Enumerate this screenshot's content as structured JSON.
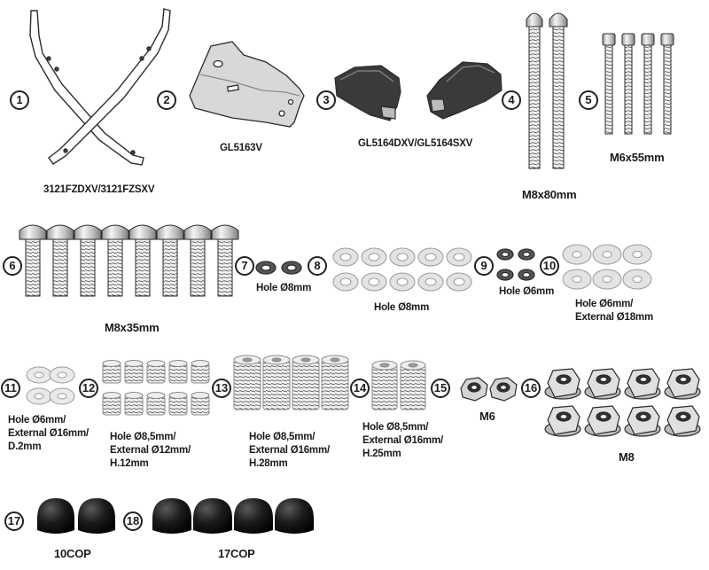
{
  "items": [
    {
      "n": "1",
      "label": "3121FZDXV/3121FZSXV"
    },
    {
      "n": "2",
      "label": "GL5163V"
    },
    {
      "n": "3",
      "label": "GL5164DXV/GL5164SXV"
    },
    {
      "n": "4",
      "label": "M8x80mm"
    },
    {
      "n": "5",
      "label": "M6x55mm"
    },
    {
      "n": "6",
      "label": "M8x35mm"
    },
    {
      "n": "7",
      "label": "Hole Ø8mm"
    },
    {
      "n": "8",
      "label": "Hole Ø8mm"
    },
    {
      "n": "9",
      "label": "Hole Ø6mm"
    },
    {
      "n": "10",
      "label1": "Hole Ø6mm/",
      "label2": "External Ø18mm"
    },
    {
      "n": "11",
      "label1": "Hole Ø6mm/",
      "label2": "External Ø16mm/",
      "label3": "D.2mm"
    },
    {
      "n": "12",
      "label1": "Hole Ø8,5mm/",
      "label2": "External Ø12mm/",
      "label3": "H.12mm"
    },
    {
      "n": "13",
      "label1": "Hole Ø8,5mm/",
      "label2": "External Ø16mm/",
      "label3": "H.28mm"
    },
    {
      "n": "14",
      "label1": "Hole Ø8,5mm/",
      "label2": "External Ø16mm/",
      "label3": "H.25mm"
    },
    {
      "n": "15",
      "label": "M6"
    },
    {
      "n": "16",
      "label": "M8"
    },
    {
      "n": "17",
      "label": "10COP"
    },
    {
      "n": "18",
      "label": "17COP"
    }
  ],
  "colors": {
    "line": "#2b2b2b",
    "metal": "#dcdcdc",
    "metal_dark": "#8a8a8a",
    "cap": "#111111",
    "washer": "#e3e3e3"
  }
}
